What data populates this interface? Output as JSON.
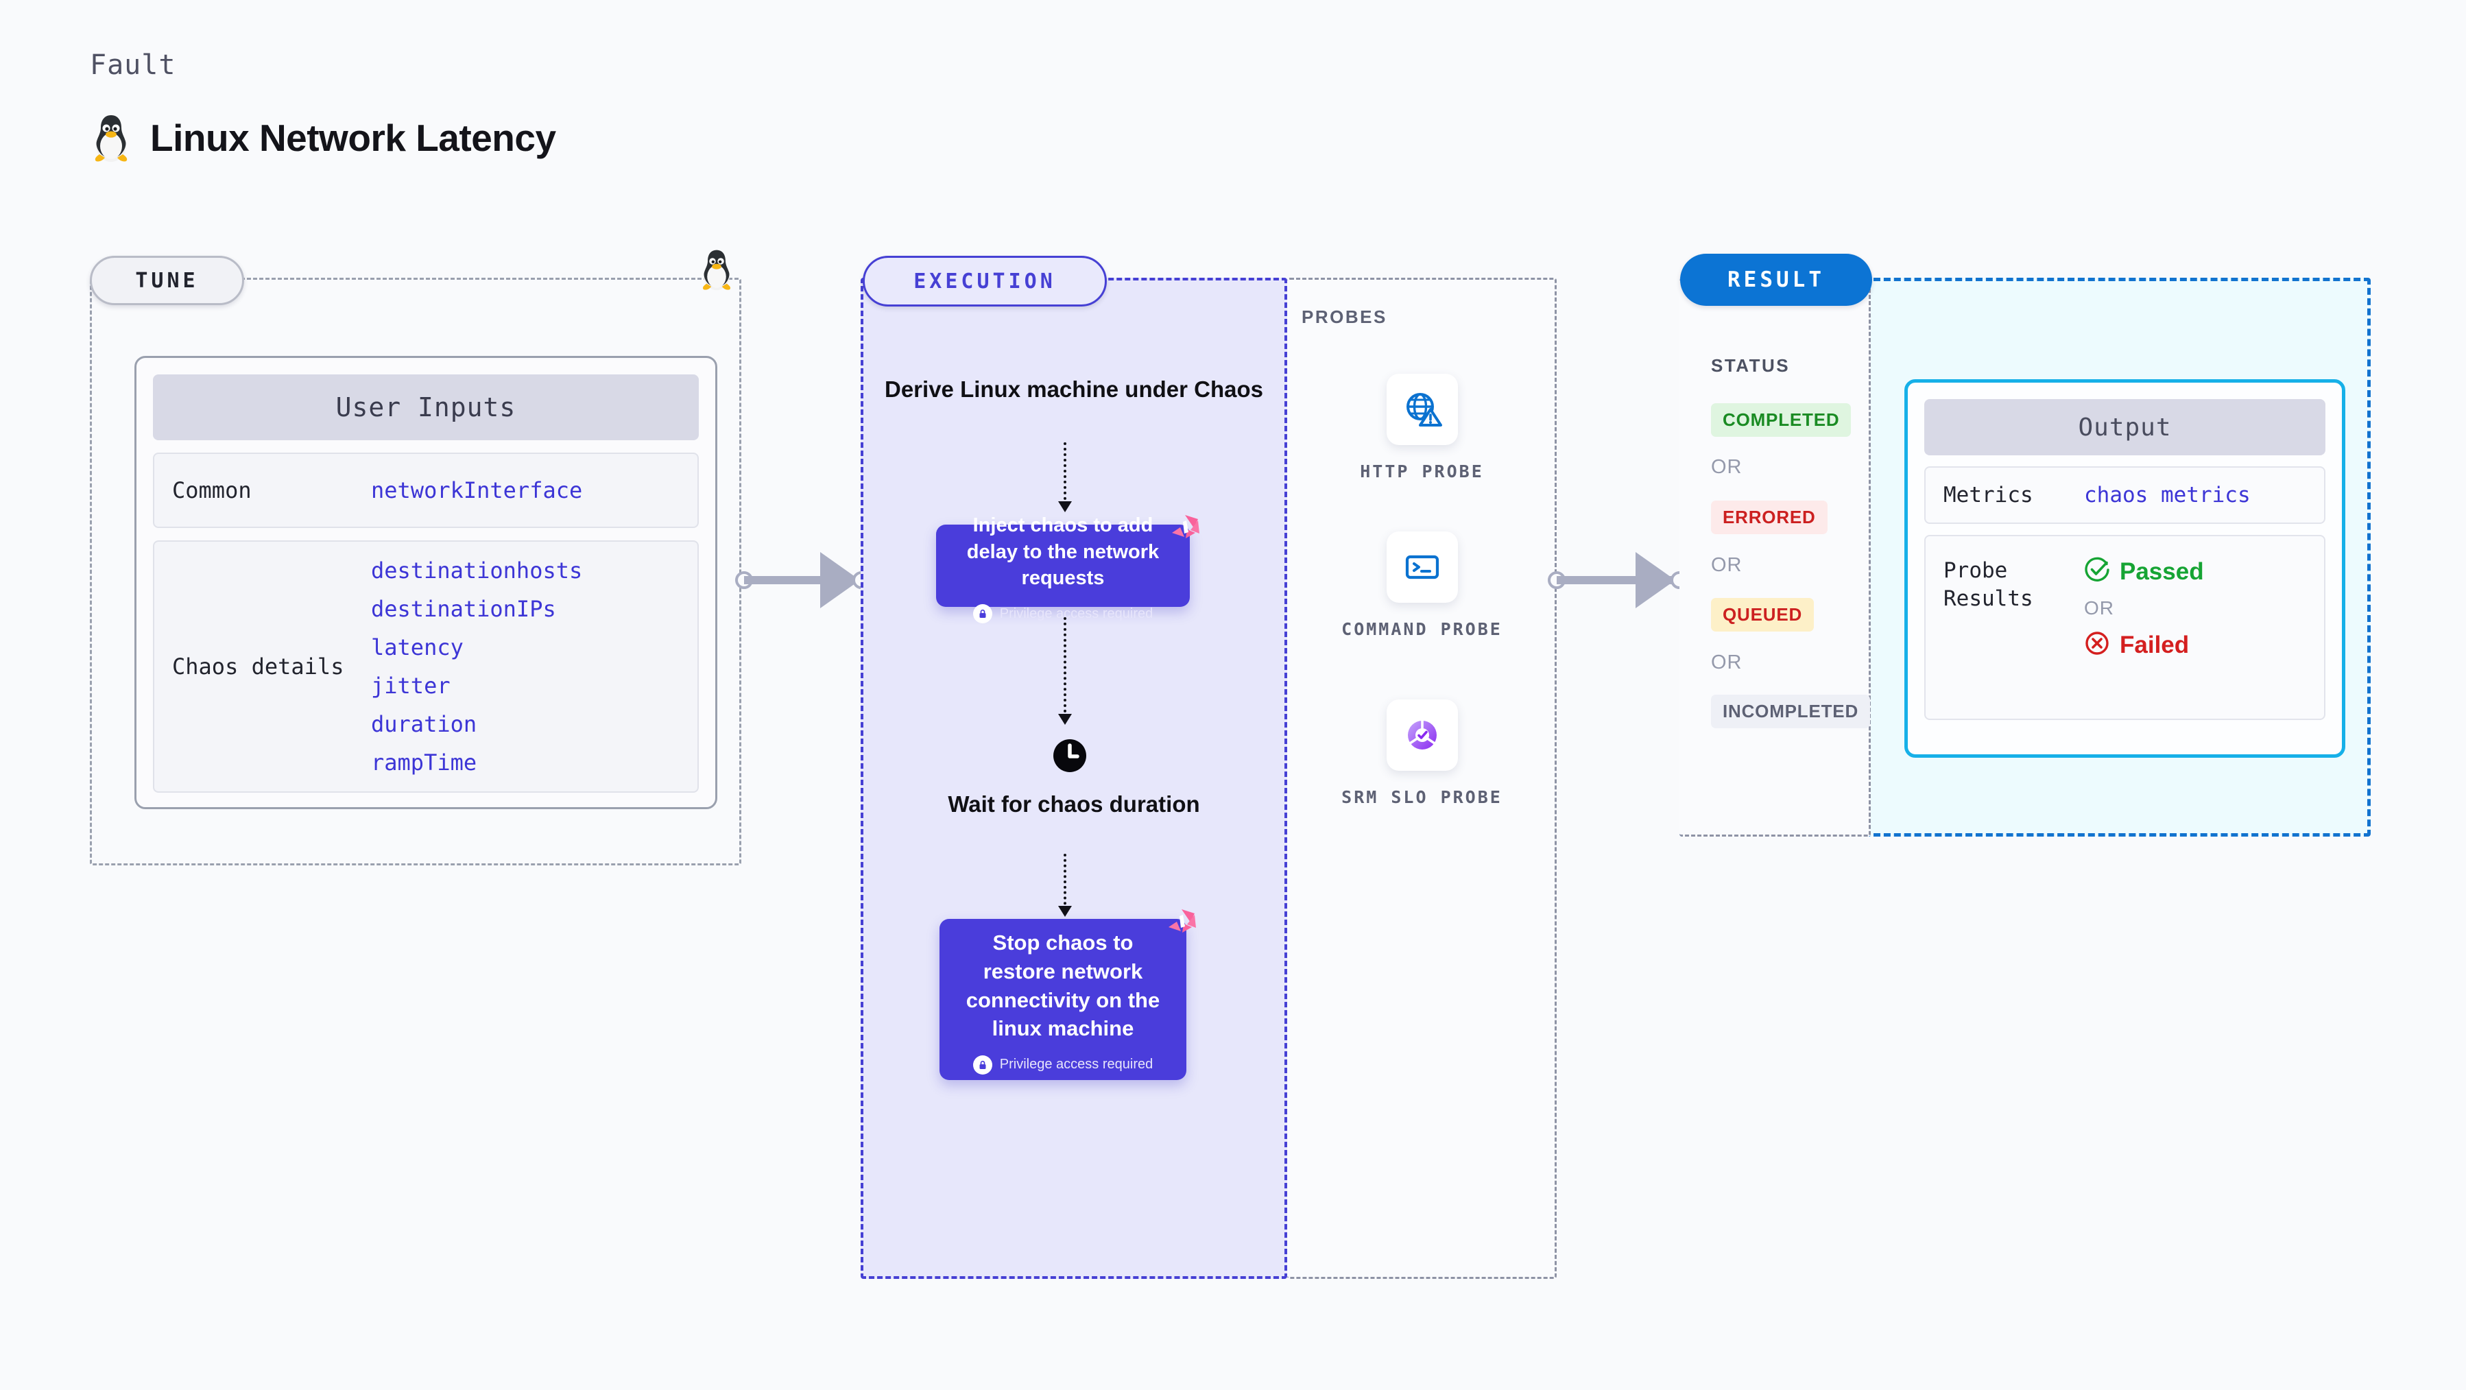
{
  "header": {
    "kicker": "Fault",
    "title": "Linux Network Latency",
    "icon": "tux-penguin-icon"
  },
  "tune": {
    "pill_label": "TUNE",
    "card_title": "User Inputs",
    "rows": [
      {
        "key": "Common",
        "values": [
          "networkInterface"
        ]
      },
      {
        "key": "Chaos details",
        "values": [
          "destinationhosts",
          "destinationIPs",
          "latency",
          "jitter",
          "duration",
          "rampTime"
        ]
      }
    ]
  },
  "execution": {
    "pill_label": "EXECUTION",
    "derive_step": "Derive Linux machine under Chaos",
    "inject_step": {
      "title": "Inject chaos to add delay to the network requests",
      "privilege_note": "Privilege access required",
      "badge_icon": "harness-logo-icon",
      "lock_icon": "lock-icon"
    },
    "wait_step": {
      "label": "Wait for chaos duration",
      "icon": "clock-icon"
    },
    "stop_step": {
      "title": "Stop chaos to restore network connectivity on the linux machine",
      "privilege_note": "Privilege access required",
      "badge_icon": "harness-logo-icon",
      "lock_icon": "lock-icon"
    }
  },
  "probes": {
    "section_label": "PROBES",
    "items": [
      {
        "name": "HTTP PROBE",
        "icon": "globe-warning-icon"
      },
      {
        "name": "COMMAND PROBE",
        "icon": "terminal-icon"
      },
      {
        "name": "SRM SLO PROBE",
        "icon": "slo-donut-check-icon"
      }
    ]
  },
  "result": {
    "pill_label": "RESULT",
    "status_label": "STATUS",
    "or_label": "OR",
    "statuses": [
      {
        "label": "COMPLETED",
        "bg": "#dff5e0",
        "fg": "#1a8b23"
      },
      {
        "label": "ERRORED",
        "bg": "#fdeaea",
        "fg": "#cc2020"
      },
      {
        "label": "QUEUED",
        "bg": "#fdf0c8",
        "fg": "#cc2020"
      },
      {
        "label": "INCOMPLETED",
        "bg": "#eef0f6",
        "fg": "#5d6174"
      }
    ],
    "output": {
      "title": "Output",
      "metrics_key": "Metrics",
      "metrics_value": "chaos metrics",
      "probe_results_key": "Probe Results",
      "passed_label": "Passed",
      "failed_label": "Failed",
      "or_label": "OR",
      "passed_icon": "check-circle-icon",
      "failed_icon": "x-circle-icon"
    }
  },
  "colors": {
    "page_bg": "#f9fafc",
    "execution_fill": "#e7e7fb",
    "execution_border": "#4640d4",
    "result_fill": "#edfbfe",
    "result_border": "#1273cf",
    "chaos_box": "#4a3ddb",
    "accent_pink": "#f9629b",
    "output_border": "#16b0e8",
    "value_text": "#3c35d6"
  }
}
